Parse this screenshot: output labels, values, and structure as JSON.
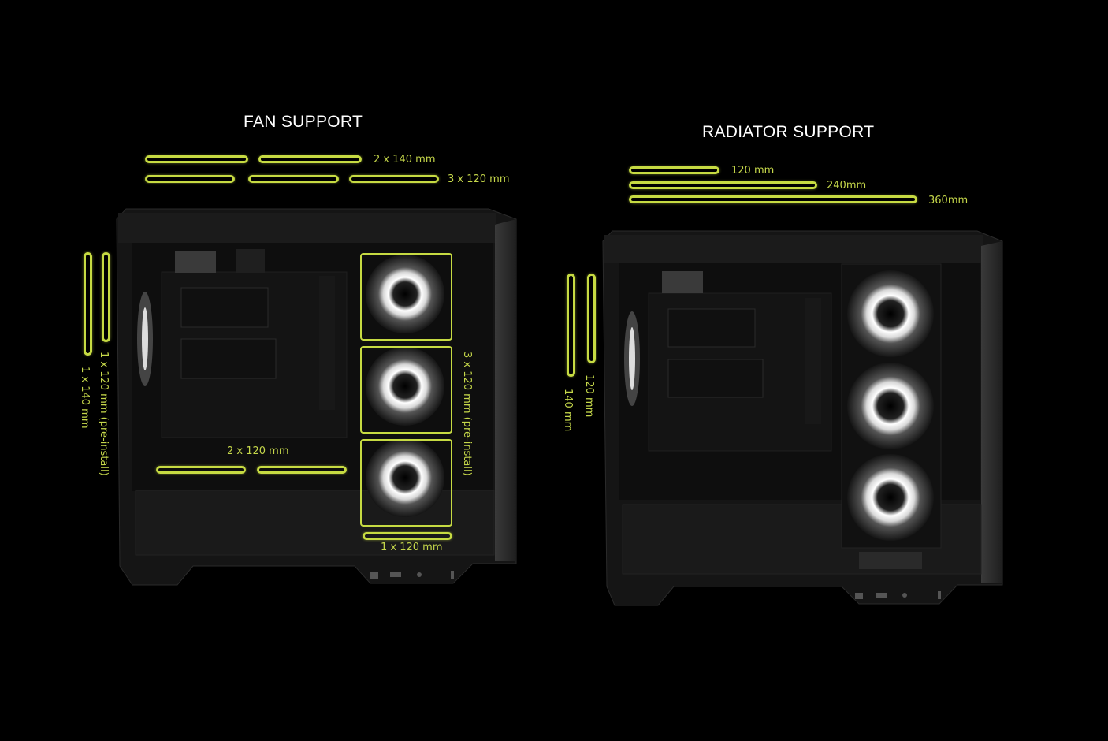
{
  "fan_support": {
    "title": "FAN SUPPORT",
    "top_row1_label": "2 x 140 mm",
    "top_row2_label": "3 x 120 mm",
    "side_label_inner": "1 x 120 mm (pre-install)",
    "side_label_outer": "1 x 140 mm",
    "front_label": "3 x 120 mm (pre-install)",
    "bottom_label": "2 x 120 mm",
    "rear_bottom_label": "1 x 120 mm"
  },
  "radiator_support": {
    "title": "RADIATOR SUPPORT",
    "top_120_label": "120 mm",
    "top_240_label": "240mm",
    "top_360_label": "360mm",
    "side_inner_label": "120 mm",
    "side_outer_label": "140 mm"
  },
  "colors": {
    "background": "#000000",
    "accent": "#c6da42",
    "title": "#ffffff"
  }
}
